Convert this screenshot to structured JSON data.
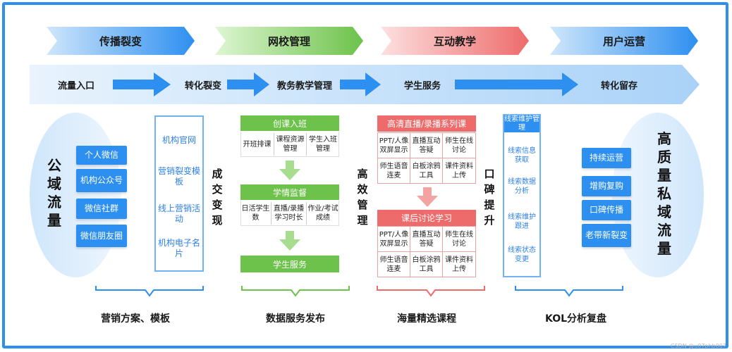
{
  "colors": {
    "frame": "#2f8ef0",
    "blue": "#2d8ff0",
    "green": "#6cc24a",
    "red": "#ee6b6b",
    "light_blue": "#cfe6fb"
  },
  "stages": [
    "传播裂变",
    "网校管理",
    "互动教学",
    "用户运营"
  ],
  "flow": [
    "流量入口",
    "转化裂变",
    "教务教学管理",
    "学生服务",
    "转化留存"
  ],
  "left": {
    "title": "公域流量",
    "buttons": [
      "个人微信",
      "机构公众号",
      "微信社群",
      "微信朋友圈"
    ],
    "links": [
      "机构官网",
      "营销裂变模板",
      "线上营销活动",
      "机构电子名片"
    ],
    "side": "成交变现"
  },
  "middle": {
    "section1": {
      "head": "创课入班",
      "cells": [
        "开班排课",
        "课程资源管理",
        "学生入班管理"
      ]
    },
    "section2": {
      "head": "学情监督",
      "cells": [
        "日活学生数",
        "直播/录播学习时长",
        "作业/考试成绩"
      ]
    },
    "section3": {
      "head": "学生服务"
    },
    "side": "高效管理"
  },
  "right_middle": {
    "head1": "高清直播/录播系列课",
    "grid1": [
      "PPT/人像双屏显示",
      "直播互动答疑",
      "师生在线讨论",
      "师生语音连麦",
      "白板涂鸦工具",
      "课件资料上传"
    ],
    "head2": "课后讨论学习",
    "grid2": [
      "PPT/人像双屏显示",
      "直播互动答疑",
      "师生在线讨论",
      "师生语音连麦",
      "白板涂鸦工具",
      "课件资料上传"
    ],
    "side": "口碑提升"
  },
  "kol": {
    "head": "线索维护管理",
    "items": [
      "线索信息获取",
      "线索数据分析",
      "线索维护跟进",
      "线索状态变更"
    ],
    "buttons": [
      "持续运营",
      "增购复购",
      "口碑传播",
      "老带新裂变"
    ],
    "title": "高质量私域流量"
  },
  "bottom": [
    "营销方案、模板",
    "数据服务发布",
    "海量精选课程",
    "KOL分析复盘"
  ],
  "watermark": "CSDN @u07phb007"
}
